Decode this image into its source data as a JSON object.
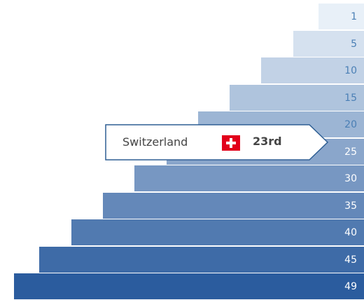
{
  "chart_data": {
    "type": "bar",
    "orientation": "horizontal-stepped",
    "categories": [
      "1",
      "5",
      "10",
      "15",
      "20",
      "25",
      "30",
      "35",
      "40",
      "45",
      "49"
    ],
    "values": [
      1,
      5,
      10,
      15,
      20,
      25,
      30,
      35,
      40,
      45,
      49
    ],
    "max_rank": 49,
    "highlight": {
      "country": "Switzerland",
      "rank_label": "23rd",
      "rank": 23
    }
  },
  "colors": {
    "light": "#e8f0f8",
    "dark": "#2b5c9e",
    "label_light": "#4a7fb5",
    "label_dark": "#ffffff",
    "flag_red": "#e2001a",
    "callout_border": "#2f5f94"
  },
  "icons": {
    "flag": "swiss-flag-icon"
  }
}
